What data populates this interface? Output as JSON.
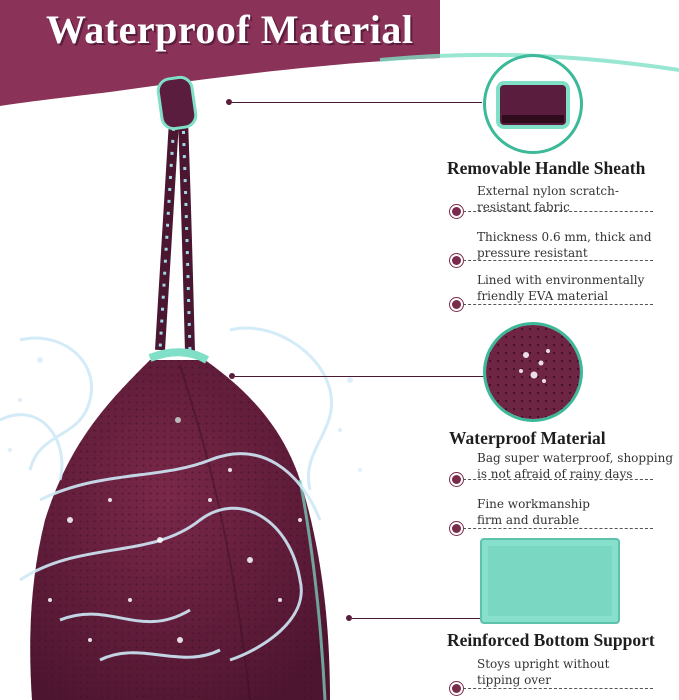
{
  "title": "Waterproof Material",
  "colors": {
    "plum": "#6e2443",
    "plum_dark": "#4b1630",
    "mint": "#7fe0c7",
    "header_band": "#8a3258"
  },
  "sections": {
    "handle": {
      "heading": "Removable Handle Sheath",
      "features": [
        "External nylon scratch-resistant fabric",
        "Thickness 0.6 mm, thick and pressure resistant",
        "Lined with environmentally friendly EVA material"
      ]
    },
    "waterproof": {
      "heading": "Waterproof Material",
      "features": [
        "Bag super waterproof, shopping is not afraid of rainy days",
        "Fine workmanship firm and durable"
      ]
    },
    "bottom": {
      "heading": "Reinforced Bottom Support",
      "features": [
        "Stoys upright without tipping over"
      ]
    }
  }
}
